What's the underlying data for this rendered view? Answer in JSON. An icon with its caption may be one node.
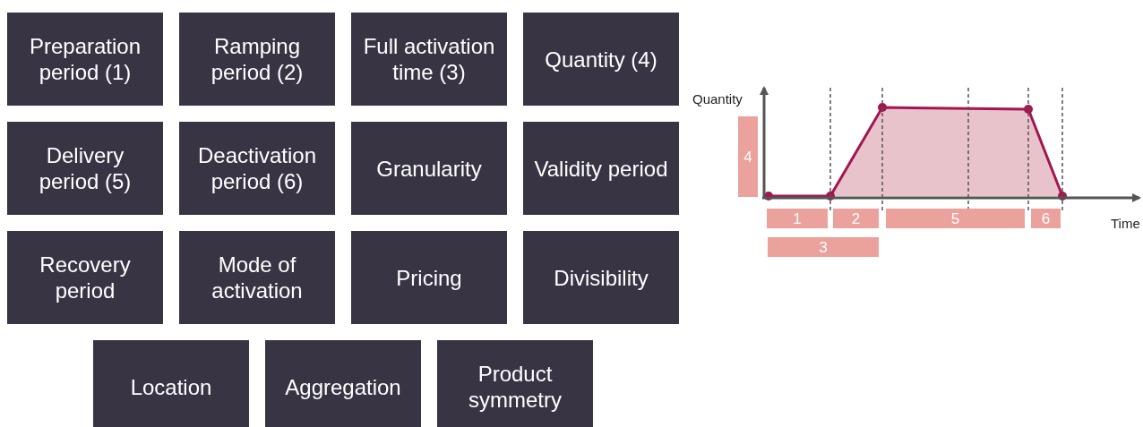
{
  "diagram": {
    "nodes": [
      {
        "text": [
          "Preparation period (1)"
        ]
      },
      {
        "text": [
          "Ramping period (2)"
        ]
      },
      {
        "text": [
          "Full activation time (3)"
        ]
      },
      {
        "text": [
          "Quantity (4)"
        ]
      },
      {
        "text": [
          "Delivery period (5)"
        ]
      },
      {
        "text": [
          "Deactivation period (6)"
        ]
      },
      {
        "text": [
          "Granularity"
        ]
      },
      {
        "text": [
          "Validity period"
        ]
      },
      {
        "text": [
          "Recovery period"
        ]
      },
      {
        "text": [
          "Mode of activation"
        ]
      },
      {
        "text": [
          "Pricing"
        ]
      },
      {
        "text": [
          "Divisibility"
        ]
      },
      {
        "text": [
          "Location"
        ]
      },
      {
        "text": [
          "Aggregation"
        ]
      },
      {
        "text": [
          "Product symmetry"
        ]
      }
    ],
    "edges": [],
    "labels": [
      "Quantity",
      "4",
      "1",
      "2",
      "5",
      "6",
      "Time",
      "3"
    ]
  }
}
